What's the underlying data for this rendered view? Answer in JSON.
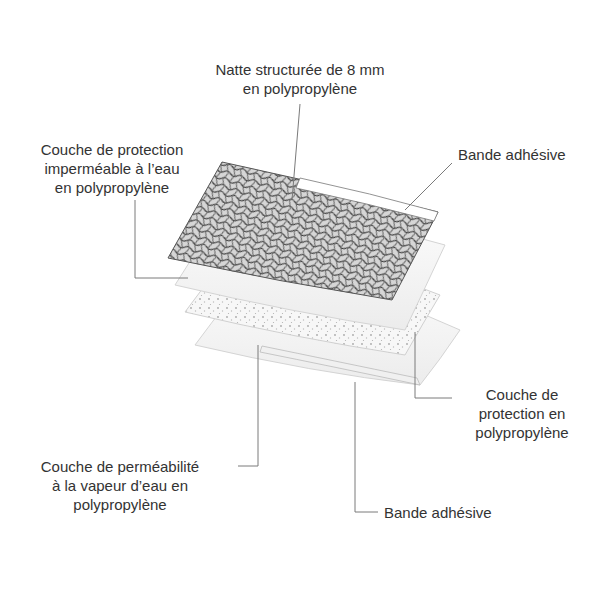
{
  "diagram": {
    "labels": [
      "Natte structurée de 8 mm en polypropylène",
      "Couche de protection imperméable à l’eau en polypropylène",
      "Bande adhésive",
      "Couche de protection en polypropylène",
      "Couche de perméabilité à la vapeur d’eau en polypropylène",
      "Bande adhésive"
    ]
  }
}
